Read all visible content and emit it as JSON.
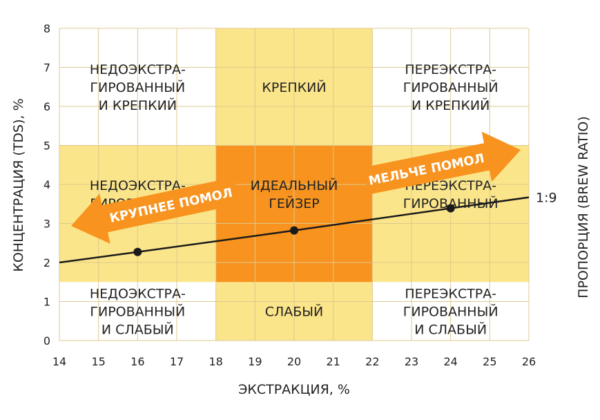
{
  "chart_data": {
    "type": "line",
    "xlabel": "ЭКСТРАКЦИЯ, %",
    "ylabel": "КОНЦЕНТРАЦИЯ (TDS), %",
    "right_label": "ПРОПОРЦИЯ (BREW RATIO)",
    "xlim": [
      14,
      26
    ],
    "ylim": [
      0,
      8
    ],
    "x_ticks": [
      "14",
      "15",
      "16",
      "17",
      "18",
      "19",
      "20",
      "21",
      "22",
      "23",
      "24",
      "25",
      "26"
    ],
    "y_ticks": [
      "0",
      "1",
      "2",
      "3",
      "4",
      "5",
      "6",
      "7",
      "8"
    ],
    "grid": true,
    "regions": [
      {
        "id": "under-strong",
        "lines": [
          "НЕДОЭКСТРА-",
          "ГИРОВАННЫЙ",
          "И КРЕПКИЙ"
        ]
      },
      {
        "id": "strong",
        "lines": [
          "КРЕПКИЙ"
        ]
      },
      {
        "id": "over-strong",
        "lines": [
          "ПЕРЕЭКСТРА-",
          "ГИРОВАННЫЙ",
          "И КРЕПКИЙ"
        ]
      },
      {
        "id": "under",
        "lines": [
          "НЕДОЭКСТРА-",
          "ГИРОВАННЫЙ"
        ]
      },
      {
        "id": "ideal",
        "lines": [
          "ИДЕАЛЬНЫЙ",
          "ГЕЙЗЕР"
        ]
      },
      {
        "id": "over",
        "lines": [
          "ПЕРЕЭКСТРА-",
          "ГИРОВАННЫЙ"
        ]
      },
      {
        "id": "under-weak",
        "lines": [
          "НЕДОЭКСТРА-",
          "ГИРОВАННЫЙ",
          "И СЛАБЫЙ"
        ]
      },
      {
        "id": "weak",
        "lines": [
          "СЛАБЫЙ"
        ]
      },
      {
        "id": "over-weak",
        "lines": [
          "ПЕРЕЭКСТРА-",
          "ГИРОВАННЫЙ",
          "И СЛАБЫЙ"
        ]
      }
    ],
    "ideal_range": {
      "x": [
        18,
        22
      ],
      "y": [
        1.5,
        5
      ]
    },
    "series": [
      {
        "name": "1:9",
        "x": [
          14,
          16,
          20,
          24,
          26
        ],
        "y": [
          2.0,
          2.27,
          2.82,
          3.39,
          3.67
        ],
        "markers_x": [
          16,
          20,
          24
        ]
      }
    ],
    "arrows": [
      {
        "label": "КРУПНЕЕ ПОМОЛ",
        "direction": "left"
      },
      {
        "label": "МЕЛЬЧЕ ПОМОЛ",
        "direction": "right"
      }
    ],
    "colors": {
      "light": "#fbe58a",
      "ideal": "#f7931e",
      "arrow": "#f7931e",
      "grid": "#dcc98e",
      "line": "#1a1a1a",
      "text": "#222222"
    }
  }
}
